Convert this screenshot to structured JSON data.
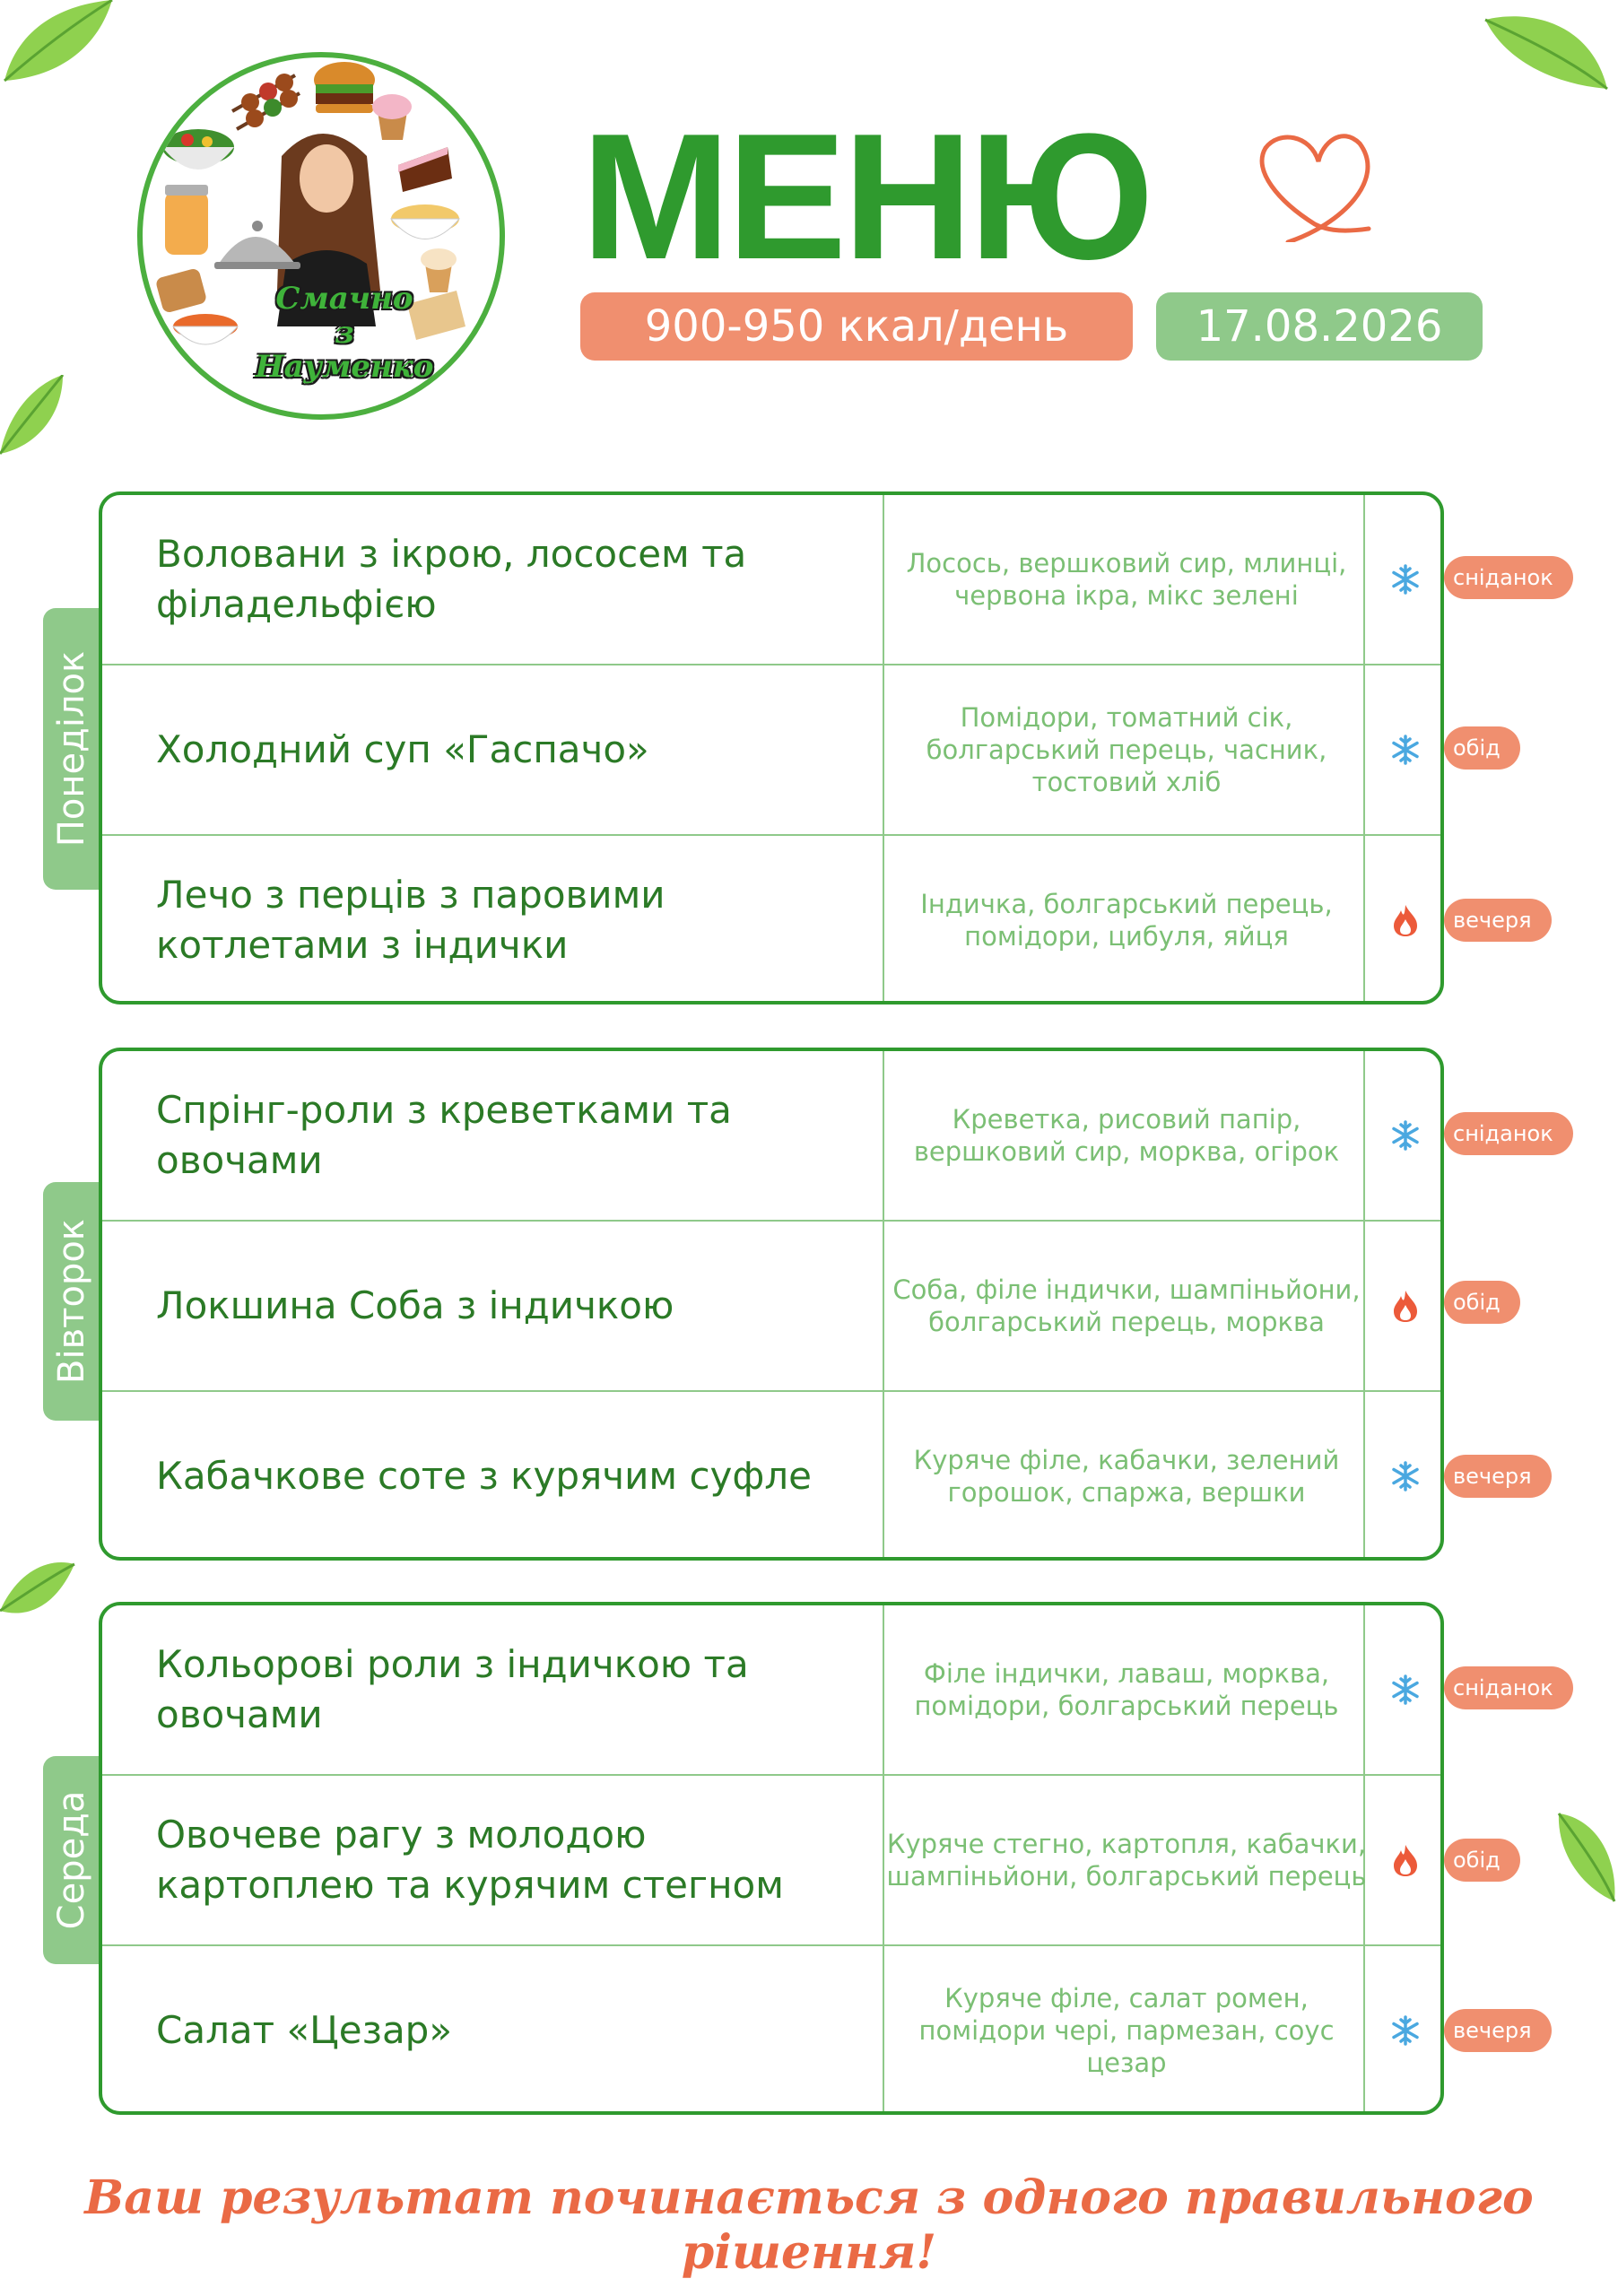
{
  "header": {
    "title": "МЕНЮ",
    "calories": "900-950 ккал/день",
    "date": "17.08.2026",
    "logo_text_line1": "Смачно",
    "logo_text_line2": "з Науменко"
  },
  "colors": {
    "brand_green": "#2f9a2e",
    "light_green": "#8fc98a",
    "accent_orange": "#f08f6f",
    "ingredient_green": "#7bbf74",
    "footer_orange": "#ea6a45"
  },
  "days": [
    {
      "name": "Понеділок",
      "meals": [
        {
          "dish": "Воловани з ікрою, лососем та філадельфією",
          "ingredients": "Лосось, вершковий сир, млинці, червона ікра, мікс зелені",
          "icon": "snowflake-icon",
          "meal": "сніданок"
        },
        {
          "dish": "Холодний суп «Гаспачо»",
          "ingredients": "Помідори, томатний сік, болгарський перець, часник, тостовий хліб",
          "icon": "snowflake-icon",
          "meal": "обід"
        },
        {
          "dish": "Лечо з перців з паровими котлетами з індички",
          "ingredients": "Індичка, болгарський перець, помідори, цибуля, яйця",
          "icon": "fire-icon",
          "meal": "вечеря"
        }
      ]
    },
    {
      "name": "Вівторок",
      "meals": [
        {
          "dish": "Спрінг-роли з креветками та овочами",
          "ingredients": "Креветка, рисовий папір, вершковий сир, морква, огірок",
          "icon": "snowflake-icon",
          "meal": "сніданок"
        },
        {
          "dish": "Локшина Соба з індичкою",
          "ingredients": "Соба, філе індички, шампіньйони, болгарський перець, морква",
          "icon": "fire-icon",
          "meal": "обід"
        },
        {
          "dish": "Кабачкове соте з курячим суфле",
          "ingredients": "Куряче філе, кабачки, зелений горошок, спаржа, вершки",
          "icon": "snowflake-icon",
          "meal": "вечеря"
        }
      ]
    },
    {
      "name": "Середа",
      "meals": [
        {
          "dish": "Кольорові роли з індичкою та овочами",
          "ingredients": "Філе індички, лаваш, морква, помідори, болгарський перець",
          "icon": "snowflake-icon",
          "meal": "сніданок"
        },
        {
          "dish": "Овочеве рагу з молодою картоплею та курячим стегном",
          "ingredients": "Куряче стегно, картопля, кабачки, шампіньйони, болгарський перець",
          "icon": "fire-icon",
          "meal": "обід"
        },
        {
          "dish": "Салат «Цезар»",
          "ingredients": "Куряче філе, салат ромен, помідори чері, пармезан, соус цезар",
          "icon": "snowflake-icon",
          "meal": "вечеря"
        }
      ]
    }
  ],
  "footer": "Ваш результат починається з одного правильного рішення!"
}
